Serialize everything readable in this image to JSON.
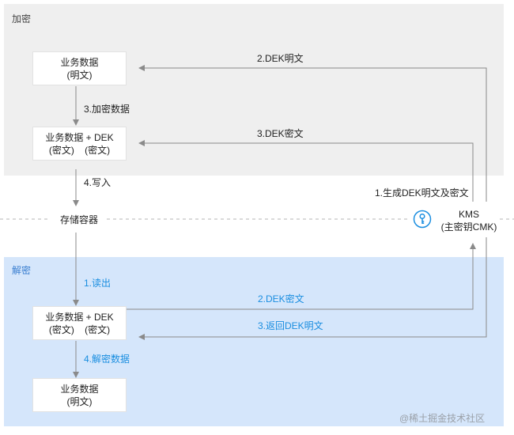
{
  "encrypt_section": {
    "label": "加密"
  },
  "decrypt_section": {
    "label": "解密"
  },
  "boxes": {
    "enc_plain": {
      "line1": "业务数据",
      "line2": "(明文)"
    },
    "enc_cipher": {
      "line1": "业务数据 + DEK",
      "line2": "(密文)    (密文)"
    },
    "dec_cipher": {
      "line1": "业务数据 + DEK",
      "line2": "(密文)    (密文)"
    },
    "dec_plain": {
      "line1": "业务数据",
      "line2": "(明文)"
    }
  },
  "storage": {
    "label": "存储容器"
  },
  "kms": {
    "line1": "KMS",
    "line2": "(主密钥CMK)",
    "icon": "key-icon"
  },
  "steps": {
    "gen_dek": "1.生成DEK明文及密文",
    "dek_plain": "2.DEK明文",
    "dek_cipher": "3.DEK密文",
    "encrypt_data": "3.加密数据",
    "write": "4.写入",
    "read": "1.读出",
    "dek_cipher_send": "2.DEK密文",
    "return_dek_plain": "3.返回DEK明文",
    "decrypt_data": "4.解密数据"
  },
  "watermark": "@稀土掘金技术社区",
  "colors": {
    "encrypt_bg": "#efefef",
    "decrypt_bg": "#d5e6fb",
    "arrow": "#8a8a8a",
    "blue_text": "#1a8ee0",
    "kms_icon": "#1a8ee0"
  }
}
